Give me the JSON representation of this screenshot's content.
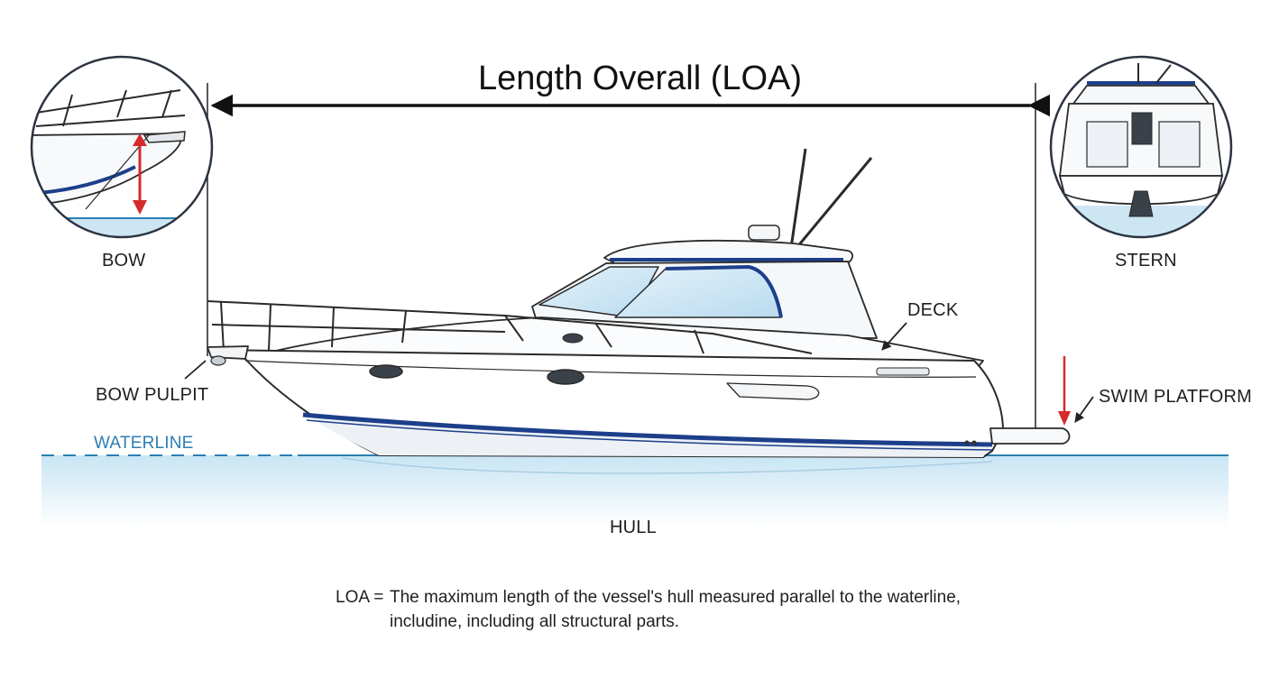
{
  "title": "Length Overall (LOA)",
  "labels": {
    "bow": "BOW",
    "stern": "STERN",
    "deck": "DECK",
    "bow_pulpit": "BOW PULPIT",
    "swim_platform": "SWIM PLATFORM",
    "waterline": "WATERLINE",
    "hull": "HULL"
  },
  "definition": {
    "term": "LOA =",
    "line1": "The maximum length of the vessel's hull measured parallel to the waterline,",
    "line2": "includine, including all structural parts."
  },
  "colors": {
    "accent_red": "#d62b2b",
    "hull_stripe": "#1d3f8a",
    "waterline": "#2b7fb3",
    "water_fill": "#d6ecf7",
    "line": "#222222"
  }
}
